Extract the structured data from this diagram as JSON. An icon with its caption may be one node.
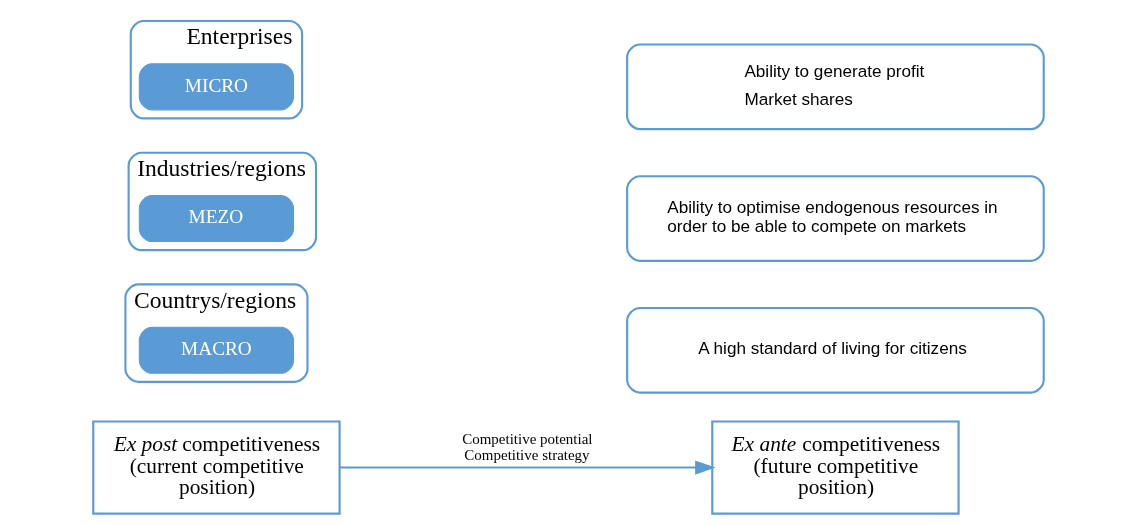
{
  "diagram": {
    "nodes": [
      {
        "text": [
          "Enterprises"
        ]
      },
      {
        "text": [
          "MICRO"
        ],
        "in": 0
      },
      {
        "text": [
          "Ability to generate profit",
          "Market shares"
        ]
      },
      {
        "text": [
          "Industries/regions"
        ]
      },
      {
        "text": [
          "MEZO"
        ],
        "in": 3
      },
      {
        "text": [
          "Ability to optimise endogenous resources in order to be able to compete on markets"
        ]
      },
      {
        "text": [
          "Countrys/regions"
        ]
      },
      {
        "text": [
          "MACRO"
        ],
        "in": 6
      },
      {
        "text": [
          "A high standard of living for citizens"
        ]
      },
      {
        "text": [
          "*Ex post* competitiveness (current competitive position)"
        ]
      },
      {
        "text": [
          "*Ex ante* competitiveness (future competitive position)"
        ]
      }
    ],
    "edges": [
      {
        "from": 9,
        "to": 10,
        "arrow": "to",
        "label": "Competitive potential Competitive strategy"
      }
    ]
  }
}
